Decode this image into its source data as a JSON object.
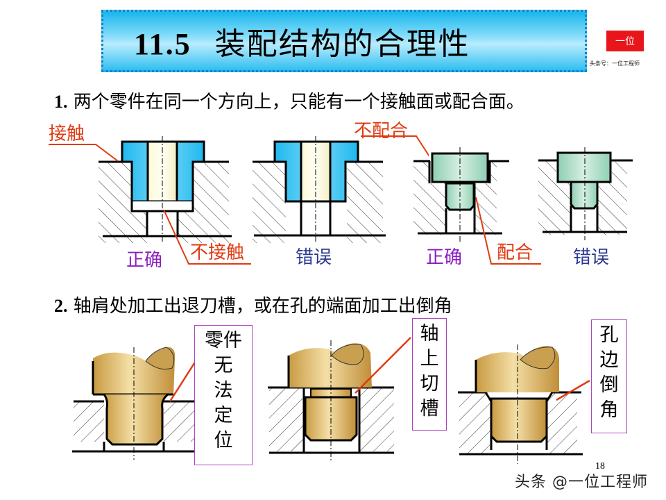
{
  "slide": {
    "title_number": "11.5",
    "title_text": "装配结构的合理性",
    "page_number": "18"
  },
  "logo": {
    "badge_text": "一位",
    "subtitle": "头条号：一位工程师",
    "brand_color": "#e8161b"
  },
  "section1": {
    "number": "1.",
    "text": "两个零件在同一个方向上，只能有一个接触面或配合面。",
    "callouts": {
      "contact": "接触",
      "no_contact": "不接触",
      "no_fit": "不配合",
      "fit": "配合"
    },
    "verdicts": [
      "正确",
      "错误",
      "正确",
      "错误"
    ]
  },
  "section2": {
    "number": "2.",
    "text": "轴肩处加工出退刀槽，或在孔的端面加工出倒角",
    "boxes": [
      {
        "lines": [
          "零件",
          "无",
          "法",
          "定",
          "位"
        ]
      },
      {
        "lines": [
          "轴",
          "上",
          "切",
          "槽"
        ]
      },
      {
        "lines": [
          "孔",
          "边",
          "倒",
          "角"
        ]
      }
    ]
  },
  "colors": {
    "callout_red": "#e03a12",
    "correct_purple": "#8a1ec0",
    "wrong_navy": "#2a3a90",
    "bushing_blue": "#2fc4f2",
    "pin_green": "#a6d8c0",
    "brass": "#d8b060"
  },
  "footer": {
    "watermark": "头条 @一位工程师"
  }
}
